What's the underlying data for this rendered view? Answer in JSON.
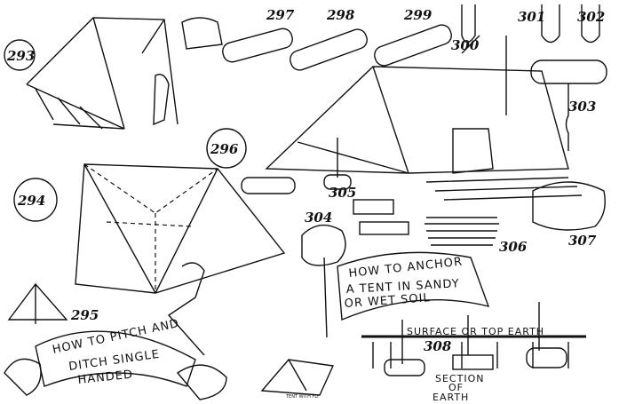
{
  "figures": [
    "293",
    "294",
    "295",
    "296",
    "297",
    "298",
    "299",
    "300",
    "301",
    "302",
    "303",
    "304",
    "305",
    "306",
    "307",
    "308"
  ],
  "captions": {
    "pitch": [
      "HOW TO PITCH AND",
      "DITCH SINGLE",
      "HANDED"
    ],
    "anchor": [
      "HOW TO ANCHOR",
      "A TENT IN SANDY",
      "OR WET SOIL"
    ],
    "surface": "SURFACE OR TOP EARTH",
    "section": [
      "SECTION",
      "OF",
      "EARTH"
    ],
    "tent_fly": "TENT WITH FLY"
  }
}
